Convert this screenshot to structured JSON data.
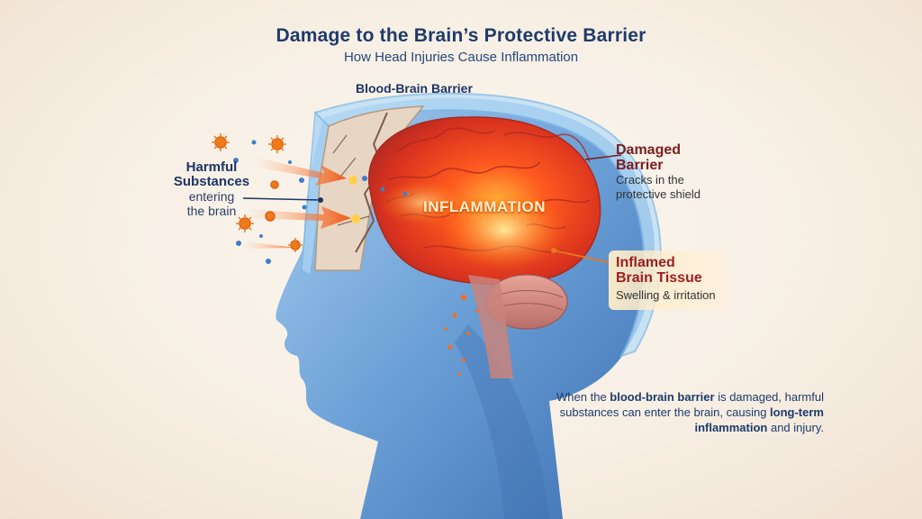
{
  "title": "Damage to the Brain’s Protective Barrier",
  "subtitle": "How Head Injuries Cause Inflammation",
  "labels": {
    "barrier": "Blood-Brain Barrier",
    "inflammation": "INFLAMMATION",
    "harmful": {
      "heading": "Harmful Substances",
      "line1": "entering",
      "line2": "the brain"
    },
    "damaged": {
      "heading_1": "Damaged",
      "heading_2": "Barrier",
      "line1": "Cracks in the",
      "line2": "protective shield"
    },
    "inflamed": {
      "heading_1": "Inflamed",
      "heading_2": "Brain Tissue",
      "detail": "Swelling & irritation"
    }
  },
  "caption": {
    "p1": "When the ",
    "b1": "blood-brain barrier",
    "p2": " is damaged, harmful substances can enter the brain, causing ",
    "b2": "long-term inflammation",
    "p3": " and injury."
  },
  "colors": {
    "title": "#1f3a6b",
    "skin": "#6a9fd6",
    "brain": "#e8452a",
    "barrier": "#8ec6f0",
    "accent_red": "#9a2020"
  },
  "icons": [
    "virus-icon",
    "particle-dot-icon",
    "arrow-icon"
  ]
}
